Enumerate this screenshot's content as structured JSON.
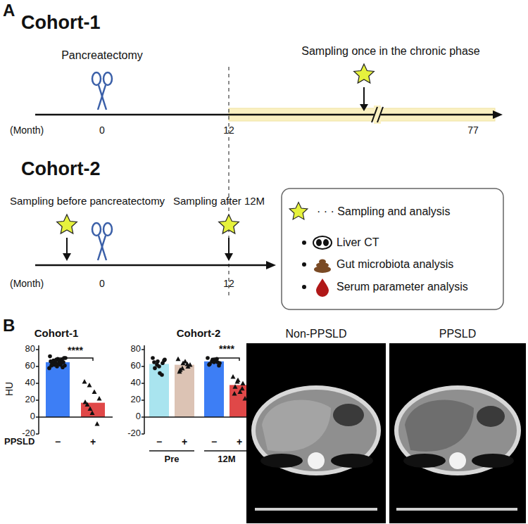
{
  "diagram": {
    "labels": [
      "A",
      "Cohort-1",
      "Pancreatectomy",
      "Sampling once in the chronic phase",
      "(Month)",
      "0",
      "12",
      "77",
      "Cohort-2",
      "Sampling before pancreatectomy",
      "Sampling after 12M",
      "(Month)",
      "0",
      "12",
      "B",
      "Cohort-1",
      "HU",
      "80",
      "60",
      "40",
      "20",
      "0",
      "-20",
      "****",
      "PPSLD",
      "−",
      "+",
      "Cohort-2",
      "80",
      "60",
      "40",
      "20",
      "0",
      "-20",
      "****",
      "−",
      "+",
      "−",
      "+",
      "Pre",
      "12M",
      "Non-PPSLD",
      "PPSLD"
    ],
    "legend": [
      {
        "text": "· · · Sampling and analysis"
      },
      {
        "text": "Liver CT"
      },
      {
        "text": "Gut microbiota analysis"
      },
      {
        "text": "Serum parameter analysis"
      }
    ]
  }
}
